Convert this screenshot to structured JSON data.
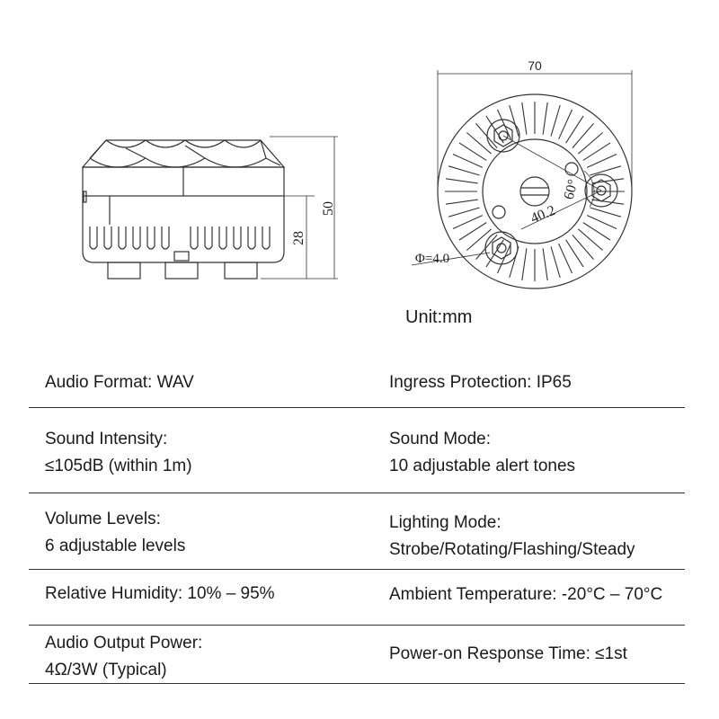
{
  "drawing": {
    "side_view": {
      "dim_height": "50",
      "dim_lower": "28"
    },
    "top_view": {
      "dim_width": "70",
      "dim_angle": "60°",
      "dim_spacing": "40.2",
      "dim_hole": "Φ=4.0"
    },
    "unit_label": "Unit:mm"
  },
  "specs": [
    {
      "left": [
        "Audio Format: WAV"
      ],
      "right": [
        "Ingress Protection: IP65"
      ]
    },
    {
      "left": [
        "Sound Intensity:",
        "≤105dB (within 1m)"
      ],
      "right": [
        "Sound Mode:",
        "10 adjustable alert tones"
      ]
    },
    {
      "left": [
        "Volume Levels:",
        "6 adjustable levels"
      ],
      "right": [
        "Lighting Mode:",
        "Strobe/Rotating/Flashing/Steady"
      ]
    },
    {
      "left": [
        "Relative Humidity: 10% – 95%"
      ],
      "right": [
        "Ambient Temperature: -20°C – 70°C"
      ]
    },
    {
      "left": [
        "Audio Output Power:",
        "4Ω/3W (Typical)"
      ],
      "right": [
        "Power-on Response Time: ≤1st"
      ]
    }
  ]
}
